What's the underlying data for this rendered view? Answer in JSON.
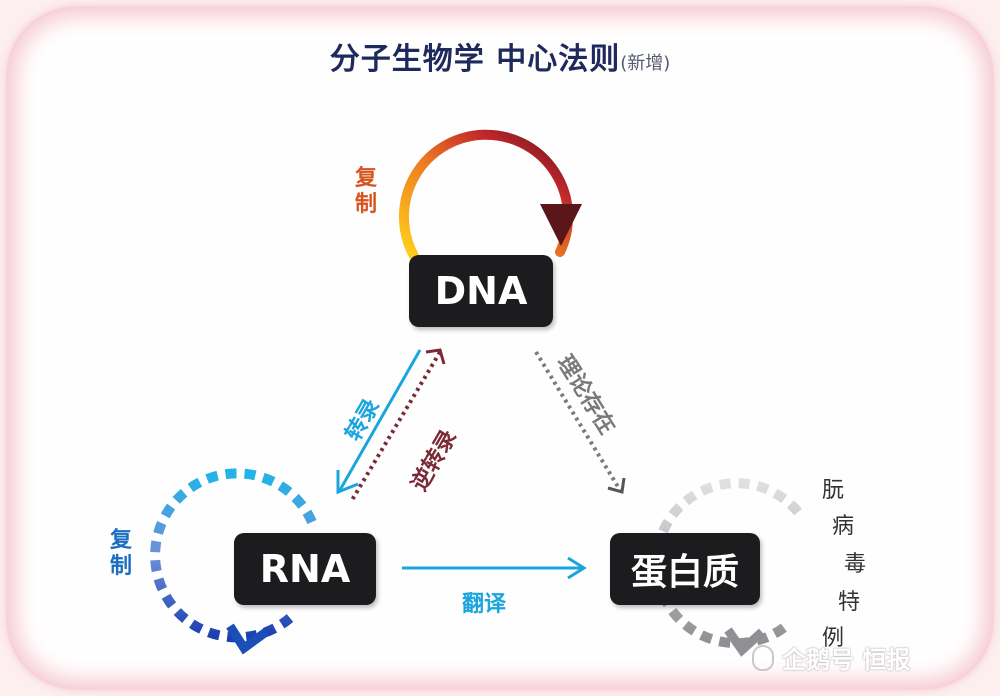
{
  "title": {
    "main": "分子生物学 中心法则",
    "sub": "(新增)"
  },
  "nodes": {
    "dna": "DNA",
    "rna": "RNA",
    "protein": "蛋白质"
  },
  "labels": {
    "dna_replication": "复制",
    "rna_replication": "复制",
    "transcription": "转录",
    "reverse_transcription": "逆转录",
    "theoretical": "理论存在",
    "translation": "翻译",
    "prion_chars": [
      "朊",
      "病",
      "毒",
      "特",
      "例"
    ]
  },
  "watermark": "企鹅号 恒报",
  "colors": {
    "dna_loop_start": "#ffd21a",
    "dna_loop_mid": "#e8502c",
    "dna_loop_end": "#5a1618",
    "blue": "#1aa5dc",
    "blue_dark": "#1a4fb8",
    "reverse": "#7a2a36",
    "gray": "#8a8a8a",
    "light_gray": "#c8c8cc"
  }
}
